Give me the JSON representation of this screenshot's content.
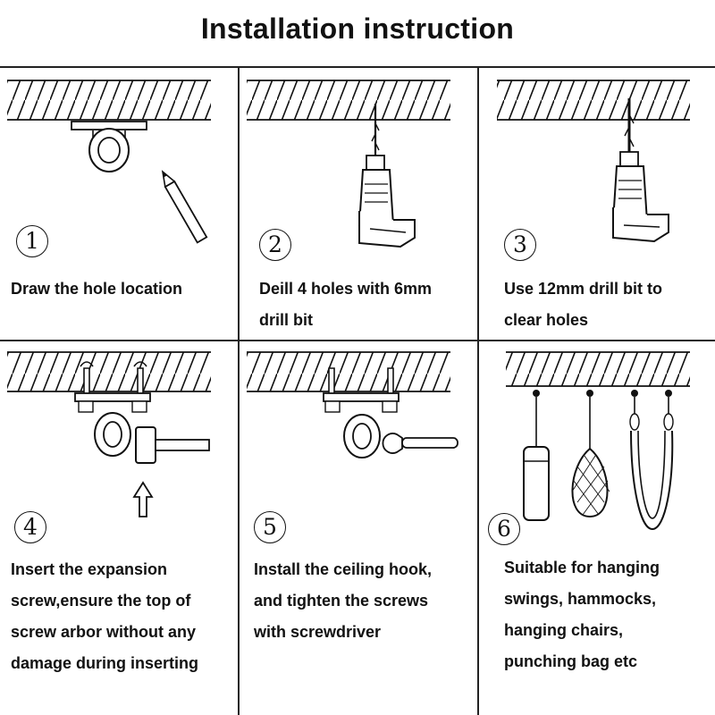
{
  "title": "Installation instruction",
  "steps": [
    {
      "number": "1",
      "caption": "Draw the hole location"
    },
    {
      "number": "2",
      "caption": "Deill 4 holes with 6mm\ndrill bit"
    },
    {
      "number": "3",
      "caption": "Use 12mm drill bit to\nclear holes"
    },
    {
      "number": "4",
      "caption": "Insert the expansion\nscrew,ensure the top of\nscrew arbor without any\ndamage during inserting"
    },
    {
      "number": "5",
      "caption": "Install the ceiling hook,\nand tighten the screws\nwith screwdriver"
    },
    {
      "number": "6",
      "caption": "Suitable for hanging\nswings, hammocks,\nhanging chairs,\npunching bag etc"
    }
  ]
}
